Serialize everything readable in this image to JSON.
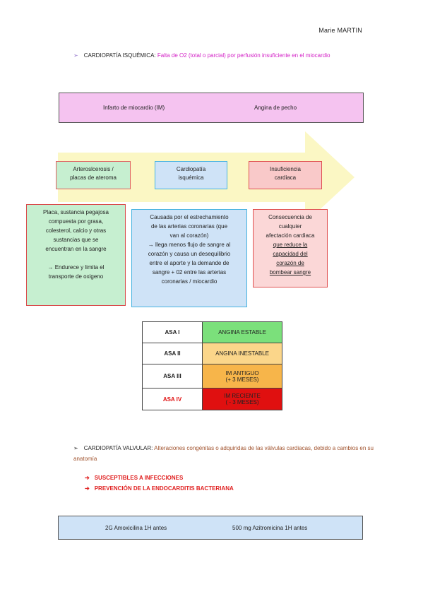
{
  "author": "Marie MARTIN",
  "section1": {
    "bullet": "➢",
    "title": "CARDIOPATÍA ISQUÉMICA:",
    "definition": "Falta de O2 (total o parcial) por perfusión insuficiente en el miocardio"
  },
  "pink_box": {
    "left": "Infarto de miocardio (IM)",
    "right": "Angina de pecho"
  },
  "stages": [
    {
      "line1": "Arteroslcerosis /",
      "line2": "placas de ateroma"
    },
    {
      "line1": "Cardiopatía",
      "line2": "isquémica"
    },
    {
      "line1": "Insuficiencia",
      "line2": "cardiaca"
    }
  ],
  "desc_green": {
    "lines": [
      "Placa, sustancia pegajosa",
      "compuesta por grasa,",
      "colesterol, calcio y otras",
      "sustancias que se",
      "encuentran en la sangre"
    ],
    "line_after": "→ Endurece y limita el",
    "line_last": "transporte de oxigeno"
  },
  "desc_blue": {
    "lines": [
      "Causada por el estrechamiento",
      "de las arterias coronarias (que",
      "van al corazón)",
      "→ llega menos flujo de sangre al",
      "corazón y causa un desequilibrio",
      "entre el aporte y la demande de",
      "sangre + 02 entre las arterias",
      "coronarias / miocardio"
    ]
  },
  "desc_red": {
    "lines": [
      "Consecuencia de",
      "cualquier",
      "afectación cardiaca"
    ],
    "underlined": [
      "que reduce la",
      "capacidad del",
      "corazón de",
      "bombear sangre"
    ]
  },
  "asa_table": [
    {
      "key": "ASA I",
      "line1": "ANGINA ESTABLE",
      "line2": "",
      "color": "#7be07b",
      "key_color": "#222222"
    },
    {
      "key": "ASA II",
      "line1": "ANGINA INESTABLE",
      "line2": "",
      "color": "#fbd68a",
      "key_color": "#222222"
    },
    {
      "key": "ASA III",
      "line1": "IM ANTIGUO",
      "line2": "(+ 3 MESES)",
      "color": "#f7b54a",
      "key_color": "#222222"
    },
    {
      "key": "ASA IV",
      "line1": "IM RECIENTE",
      "line2": "( - 3 MESES)",
      "color": "#e01010",
      "key_color": "#e01010"
    }
  ],
  "section2": {
    "bullet": "➢",
    "title": "CARDIOPATÍA VALVULAR:",
    "definition": "Alteraciones congénitas o adquiridas de las válvulas cardiacas, debido a cambios en su anatomía"
  },
  "red_list": {
    "arrow": "➔",
    "items": [
      "SUSCEPTIBLES A INFECCIONES",
      "PREVENCIÓN DE LA ENDOCARDITIS BACTERIANA"
    ]
  },
  "blue_box": {
    "left": "2G Amoxicilina 1H antes",
    "right": "500 mg Azitromicina 1H antes"
  }
}
